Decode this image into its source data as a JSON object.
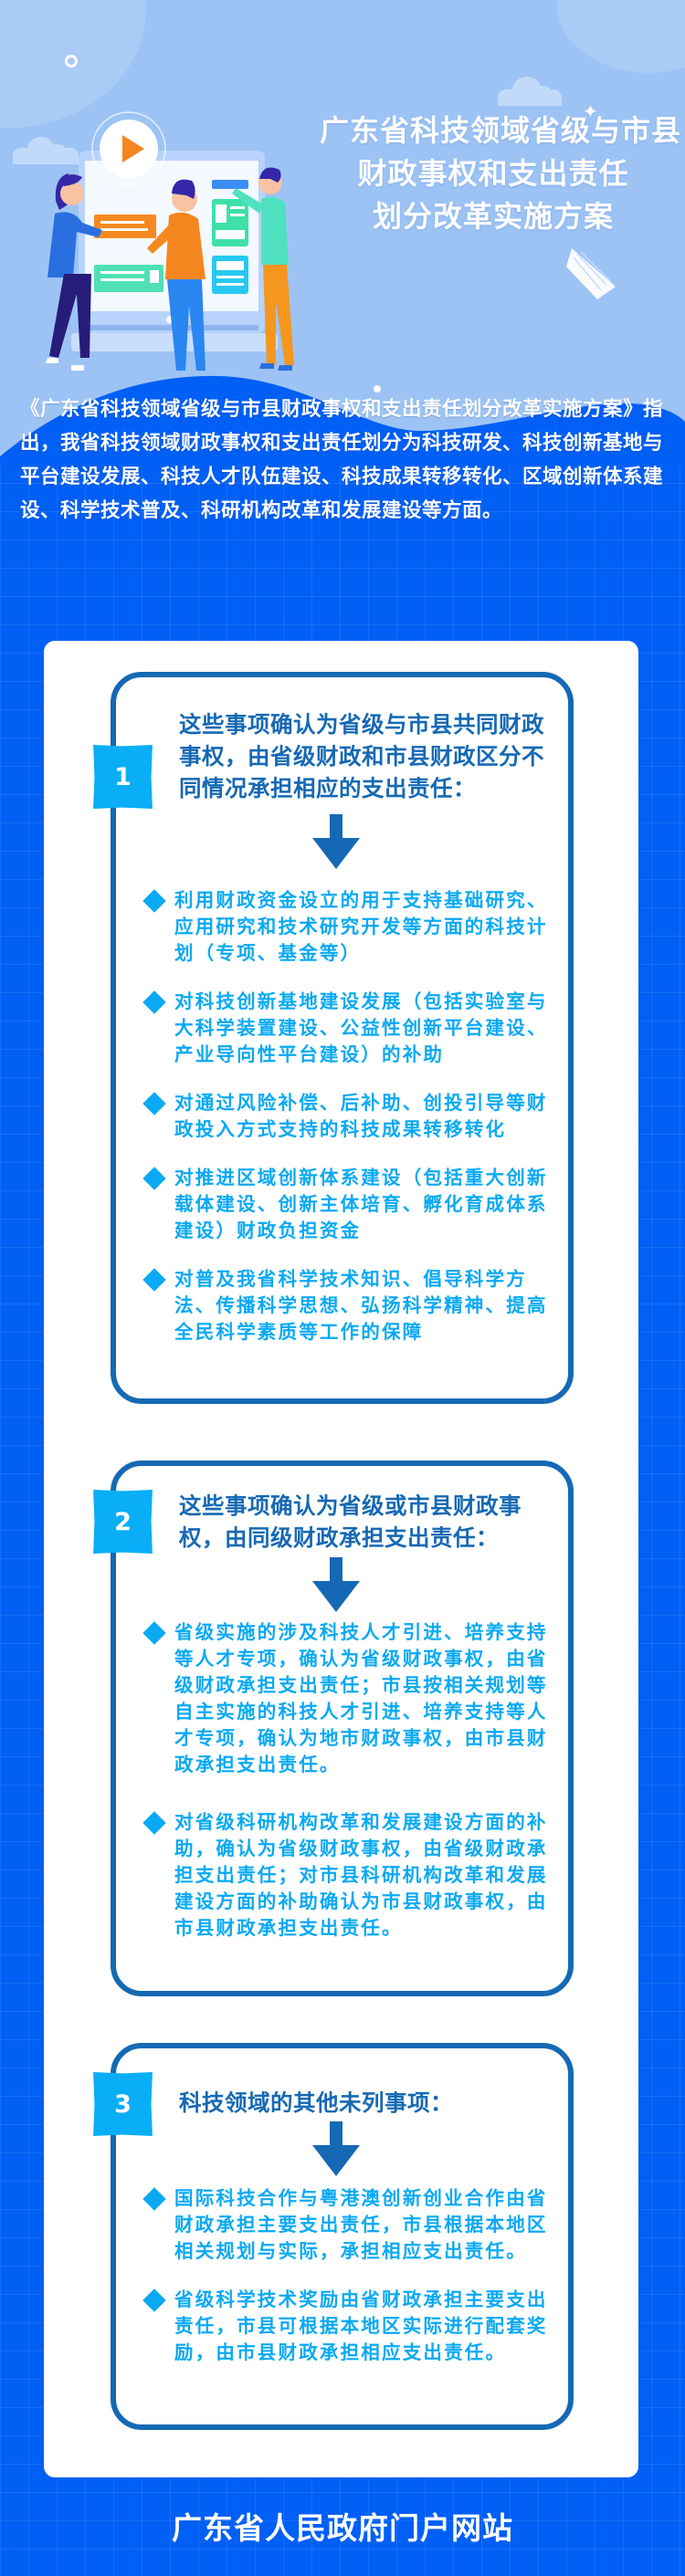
{
  "hero": {
    "title_lines": [
      "广东省科技领域省级与市县",
      "财政事权和支出责任",
      "划分改革实施方案"
    ],
    "illustration": "team-presenting-at-screen-illustration"
  },
  "intro": {
    "text": "《广东省科技领域省级与市县财政事权和支出责任划分改革实施方案》指出，我省科技领域财政事权和支出责任划分为科技研发、科技创新基地与平台建设发展、科技人才队伍建设、科技成果转移转化、区域创新体系建设、科学技术普及、科研机构改革和发展建设等方面。"
  },
  "sections": [
    {
      "number": "1",
      "heading": "这些事项确认为省级与市县共同财政事权，由省级财政和市县财政区分不同情况承担相应的支出责任：",
      "items": [
        "利用财政资金设立的用于支持基础研究、应用研究和技术研究开发等方面的科技计划（专项、基金等）",
        "对科技创新基地建设发展（包括实验室与大科学装置建设、公益性创新平台建设、产业导向性平台建设）的补助",
        "对通过风险补偿、后补助、创投引导等财政投入方式支持的科技成果转移转化",
        "对推进区域创新体系建设（包括重大创新载体建设、创新主体培育、孵化育成体系建设）财政负担资金",
        "对普及我省科学技术知识、倡导科学方法、传播科学思想、弘扬科学精神、提高全民科学素质等工作的保障"
      ]
    },
    {
      "number": "2",
      "heading": "这些事项确认为省级或市县财政事权，由同级财政承担支出责任：",
      "items": [
        "省级实施的涉及科技人才引进、培养支持等人才专项，确认为省级财政事权，由省级财政承担支出责任；市县按相关规划等自主实施的科技人才引进、培养支持等人才专项，确认为地市财政事权，由市县财政承担支出责任。",
        "对省级科研机构改革和发展建设方面的补助，确认为省级财政事权，由省级财政承担支出责任；对市县科研机构改革和发展建设方面的补助确认为市县财政事权，由市县财政承担支出责任。"
      ]
    },
    {
      "number": "3",
      "heading": "科技领域的其他未列事项：",
      "items": [
        "国际科技合作与粤港澳创新创业合作由省财政承担主要支出责任，市县根据本地区相关规划与实际，承担相应支出责任。",
        "省级科学技术奖励由省财政承担主要支出责任，市县可根据本地区实际进行配套奖励，由市县财政承担相应支出责任。"
      ]
    }
  ],
  "footer": {
    "source": "广东省人民政府门户网站"
  },
  "colors": {
    "hero_bg": "#9dc3f5",
    "main_bg": "#005ff5",
    "section_border": "#1569b4",
    "badge": "#09aef7",
    "item_text": "#0aa9f4"
  }
}
